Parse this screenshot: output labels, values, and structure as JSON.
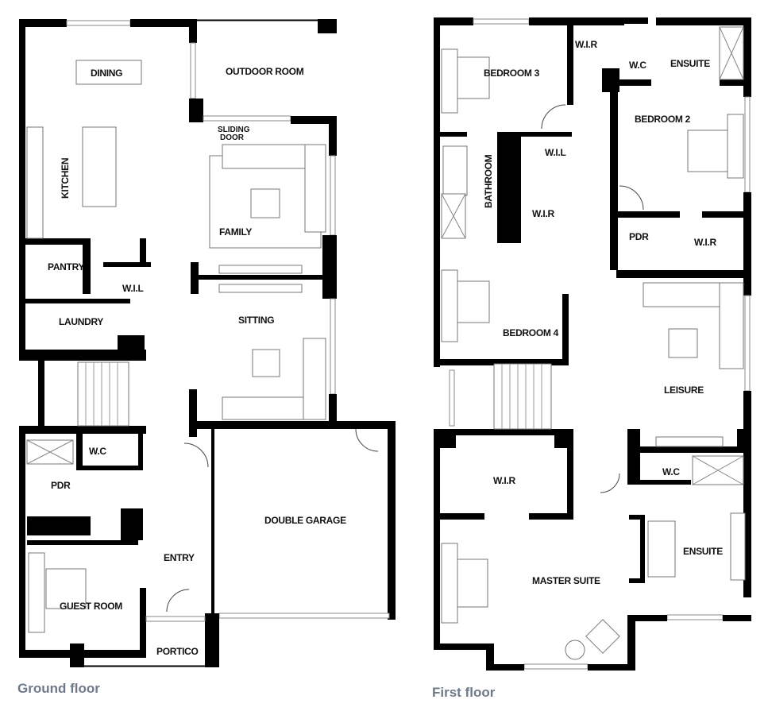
{
  "ground_floor": {
    "caption": "Ground floor",
    "rooms": {
      "dining": "DINING",
      "outdoor_room": "OUTDOOR ROOM",
      "sliding_door_1": "SLIDING",
      "sliding_door_2": "DOOR",
      "kitchen": "KITCHEN",
      "family": "FAMILY",
      "pantry": "PANTRY",
      "wil": "W.I.L",
      "laundry": "LAUNDRY",
      "sitting": "SITTING",
      "wc": "W.C",
      "pdr": "PDR",
      "double_garage": "DOUBLE GARAGE",
      "entry": "ENTRY",
      "guest_room": "GUEST ROOM",
      "portico": "PORTICO"
    }
  },
  "first_floor": {
    "caption": "First floor",
    "rooms": {
      "bedroom3": "BEDROOM 3",
      "wir_top": "W.I.R",
      "wc_top": "W.C",
      "ensuite_top": "ENSUITE",
      "bedroom2": "BEDROOM 2",
      "bathroom": "BATHROOM",
      "wil": "W.I.L",
      "wir_mid": "W.I.R",
      "pdr": "PDR",
      "wir_right": "W.I.R",
      "bedroom4": "BEDROOM 4",
      "leisure": "LEISURE",
      "wir_master": "W.I.R",
      "wc_master": "W.C",
      "ensuite_master": "ENSUITE",
      "master_suite": "MASTER SUITE"
    }
  }
}
